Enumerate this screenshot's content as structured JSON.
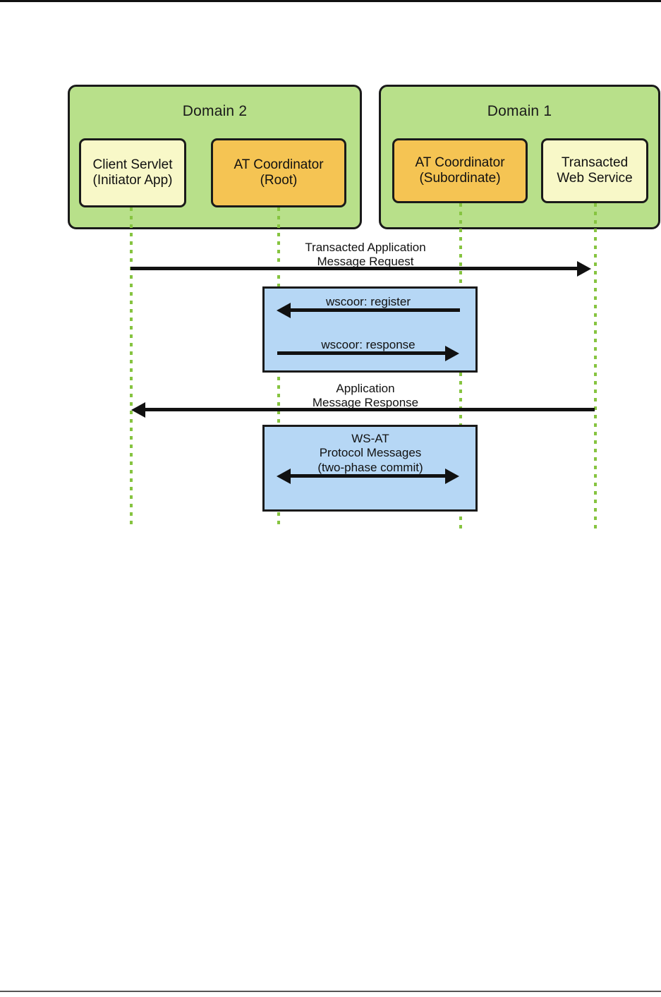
{
  "diagram": {
    "title": "WS-AT distributed transaction sequence diagram",
    "type": "uml-sequence-diagram",
    "colors": {
      "domain_fill": "#b8e08a",
      "participant_cream": "#f8f8c8",
      "participant_orange": "#f5c453",
      "fragment_fill": "#b6d7f5",
      "lifeline": "#86c440",
      "stroke": "#1a1a1a"
    },
    "domains": [
      {
        "id": "domain2",
        "label": "Domain 2"
      },
      {
        "id": "domain1",
        "label": "Domain 1"
      }
    ],
    "participants": [
      {
        "id": "client-servlet",
        "label": "Client\nServlet\n(Initiator App)",
        "style": "cream",
        "domain": "domain2"
      },
      {
        "id": "at-coord-root",
        "label": "AT Coordinator\n(Root)",
        "style": "orange",
        "domain": "domain2"
      },
      {
        "id": "at-coord-sub",
        "label": "AT Coordinator\n(Subordinate)",
        "style": "orange",
        "domain": "domain1"
      },
      {
        "id": "transacted-ws",
        "label": "Transacted\nWeb Service",
        "style": "cream",
        "domain": "domain1"
      }
    ],
    "messages": [
      {
        "id": "transacted-application-message-request",
        "label": "Transacted Application\nMessage Request",
        "from": "client-servlet",
        "to": "transacted-ws",
        "direction": "right"
      },
      {
        "id": "wscoor-register",
        "label": "wscoor: register",
        "from": "at-coord-sub",
        "to": "at-coord-root",
        "direction": "left"
      },
      {
        "id": "wscoor-response",
        "label": "wscoor: response",
        "from": "at-coord-root",
        "to": "at-coord-sub",
        "direction": "right"
      },
      {
        "id": "application-message-response",
        "label": "Application\nMessage Response",
        "from": "transacted-ws",
        "to": "client-servlet",
        "direction": "left"
      },
      {
        "id": "ws-at-protocol-messages",
        "label": "WS-AT\nProtocol Messages\n(two-phase commit)",
        "from": "at-coord-root",
        "to": "at-coord-sub",
        "direction": "both"
      }
    ],
    "fragments": [
      {
        "id": "coordination-registration-fragment",
        "contains": [
          "wscoor-register",
          "wscoor-response"
        ]
      },
      {
        "id": "two-phase-commit-fragment",
        "contains": [
          "ws-at-protocol-messages"
        ]
      }
    ]
  }
}
